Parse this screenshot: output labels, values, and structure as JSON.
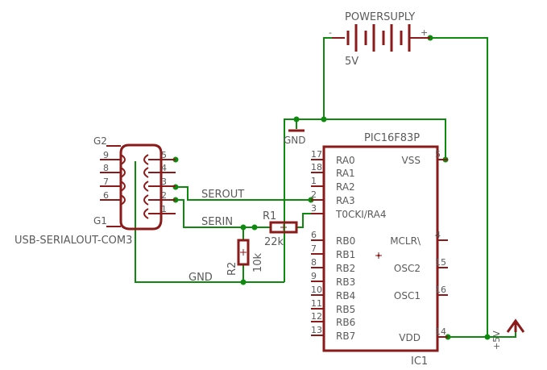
{
  "battery": {
    "name": "POWERSUPLY",
    "value": "5V",
    "minus": "-",
    "plus": "+"
  },
  "ground_symbol_label": "GND",
  "ic": {
    "part": "PIC16F83P",
    "ref": "IC1",
    "left_pins": [
      {
        "num": "17",
        "name": "RA0"
      },
      {
        "num": "18",
        "name": "RA1"
      },
      {
        "num": "1",
        "name": "RA2"
      },
      {
        "num": "2",
        "name": "RA3"
      },
      {
        "num": "3",
        "name": "T0CKI/RA4"
      },
      {
        "num": "6",
        "name": "RB0"
      },
      {
        "num": "7",
        "name": "RB1"
      },
      {
        "num": "8",
        "name": "RB2"
      },
      {
        "num": "9",
        "name": "RB3"
      },
      {
        "num": "10",
        "name": "RB4"
      },
      {
        "num": "11",
        "name": "RB5"
      },
      {
        "num": "12",
        "name": "RB6"
      },
      {
        "num": "13",
        "name": "RB7"
      }
    ],
    "right_pins": [
      {
        "num": "5",
        "name": "VSS"
      },
      {
        "num": "4",
        "name": "MCLR\\"
      },
      {
        "num": "15",
        "name": "OSC2"
      },
      {
        "num": "16",
        "name": "OSC1"
      },
      {
        "num": "14",
        "name": "VDD"
      }
    ]
  },
  "connector": {
    "name": "USB-SERIALOUT-COM3",
    "g2": "G2",
    "g1": "G1",
    "left_pins": [
      "9",
      "8",
      "7",
      "6"
    ],
    "right_pins": [
      "5",
      "4",
      "3",
      "2",
      "1"
    ]
  },
  "nets": {
    "serout": "SEROUT",
    "serin": "SERIN",
    "gnd": "GND"
  },
  "r1": {
    "ref": "R1",
    "value": "22k"
  },
  "r2": {
    "ref": "R2",
    "value": "10k"
  },
  "vdd_supply": {
    "label": "+5V"
  }
}
